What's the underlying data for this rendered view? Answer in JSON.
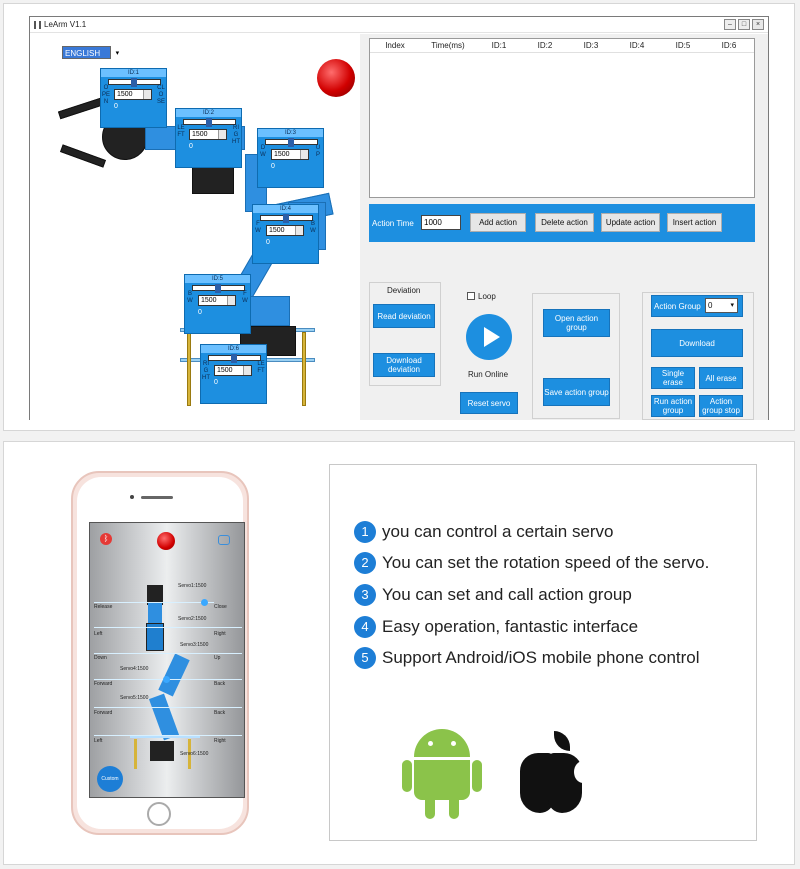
{
  "window": {
    "title": "LeArm V1.1",
    "language": "ENGLISH"
  },
  "servos": [
    {
      "id": "ID:1",
      "value": "1500",
      "zero": "0",
      "left": "OPEN",
      "right": "CLOSE"
    },
    {
      "id": "ID:2",
      "value": "1500",
      "zero": "0",
      "left": "LEFT",
      "right": "RIGHT"
    },
    {
      "id": "ID:3",
      "value": "1500",
      "zero": "0",
      "left": "DW",
      "right": "UP"
    },
    {
      "id": "ID:4",
      "value": "1500",
      "zero": "0",
      "left": "FW",
      "right": "BW"
    },
    {
      "id": "ID:5",
      "value": "1500",
      "zero": "0",
      "left": "BW",
      "right": "FW"
    },
    {
      "id": "ID:6",
      "value": "1500",
      "zero": "0",
      "left": "RIGHT",
      "right": "LEFT"
    }
  ],
  "table": {
    "columns": [
      "Index",
      "Time(ms)",
      "ID:1",
      "ID:2",
      "ID:3",
      "ID:4",
      "ID:5",
      "ID:6"
    ]
  },
  "time_bar": {
    "label": "Action Time",
    "value": "1000",
    "add": "Add action",
    "delete": "Delete action",
    "update": "Update action",
    "insert": "Insert action"
  },
  "deviation": {
    "title": "Deviation",
    "read": "Read deviation",
    "download": "Download deviation"
  },
  "run": {
    "loop": "Loop",
    "run_online": "Run Online",
    "reset": "Reset servo"
  },
  "group": {
    "open": "Open action group",
    "save": "Save action group"
  },
  "action_group": {
    "label": "Action Group",
    "value": "0",
    "download": "Download",
    "single_erase": "Single erase",
    "all_erase": "All erase",
    "run_group": "Run action group",
    "group_stop": "Action group stop"
  },
  "phone": {
    "servos": [
      "Servo1:1500",
      "Servo2:1500",
      "Servo3:1500",
      "Servo4:1500",
      "Servo5:1500",
      "Servo6:1500"
    ],
    "labels": {
      "release": "Release",
      "close": "Close",
      "left": "Left",
      "right": "Right",
      "down": "Down",
      "up": "Up",
      "forward": "Forward",
      "back": "Back"
    },
    "custom": "Custom"
  },
  "features": [
    {
      "num": "1",
      "text": "you can control a certain servo"
    },
    {
      "num": "2",
      "text": "You can set the rotation speed of the servo."
    },
    {
      "num": "3",
      "text": "You can set and call action group"
    },
    {
      "num": "4",
      "text": "Easy operation, fantastic interface"
    },
    {
      "num": "5",
      "text": "Support Android/iOS mobile phone control"
    }
  ],
  "colors": {
    "accent": "#1d8fe0",
    "android": "#8bc34a",
    "apple": "#111111",
    "estop": "#d10000"
  },
  "icons": [
    "bluetooth-icon",
    "play-icon",
    "android-logo-icon",
    "apple-logo-icon"
  ]
}
